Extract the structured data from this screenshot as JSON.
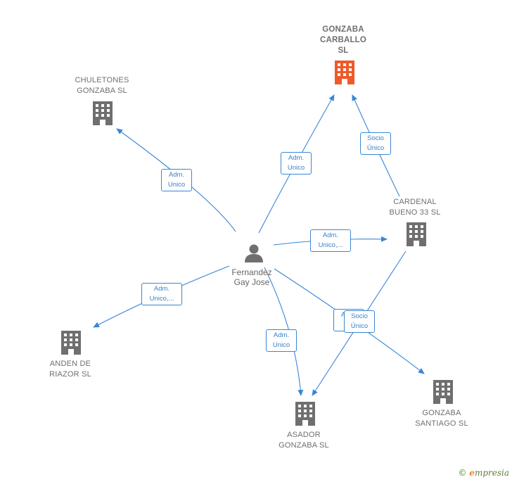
{
  "colors": {
    "edge": "#3a86d6",
    "building": "#6f6f6f",
    "building_highlight": "#f05a28",
    "person": "#6f6f6f"
  },
  "person": {
    "name": "Fernandez\nGay Jose",
    "icon": "person-icon"
  },
  "companies": [
    {
      "id": "gonzaba-carballo",
      "name": "GONZABA\nCARBALLO\nSL",
      "highlight": true,
      "icon": "building-icon"
    },
    {
      "id": "chuletones-gonzaba",
      "name": "CHULETONES\nGONZABA SL",
      "highlight": false,
      "icon": "building-icon"
    },
    {
      "id": "cardenal-bueno",
      "name": "CARDENAL\nBUENO 33 SL",
      "highlight": false,
      "icon": "building-icon"
    },
    {
      "id": "anden-riazor",
      "name": "ANDEN DE\nRIAZOR SL",
      "highlight": false,
      "icon": "building-icon"
    },
    {
      "id": "asador-gonzaba",
      "name": "ASADOR\nGONZABA SL",
      "highlight": false,
      "icon": "building-icon"
    },
    {
      "id": "gonzaba-santiago",
      "name": "GONZABA\nSANTIAGO SL",
      "highlight": false,
      "icon": "building-icon"
    }
  ],
  "edges": [
    {
      "from": "person",
      "to": "chuletones-gonzaba",
      "label": "Adm.\nUnico"
    },
    {
      "from": "person",
      "to": "gonzaba-carballo",
      "label": "Adm.\nUnico"
    },
    {
      "from": "person",
      "to": "cardenal-bueno",
      "label": "Adm.\nUnico,..."
    },
    {
      "from": "person",
      "to": "anden-riazor",
      "label": "Adm.\nUnico,..."
    },
    {
      "from": "person",
      "to": "asador-gonzaba",
      "label": "Adm.\nUnico"
    },
    {
      "from": "person",
      "to": "gonzaba-santiago",
      "label": "Adm.\nS..."
    },
    {
      "from": "cardenal-bueno",
      "to": "gonzaba-carballo",
      "label": "Socio\nÚnico"
    },
    {
      "from": "cardenal-bueno",
      "to": "asador-gonzaba",
      "label": "Socio\nÚnico"
    }
  ],
  "footer": {
    "copyright": "©",
    "brand_initial": "e",
    "brand_rest": "mpresia"
  }
}
